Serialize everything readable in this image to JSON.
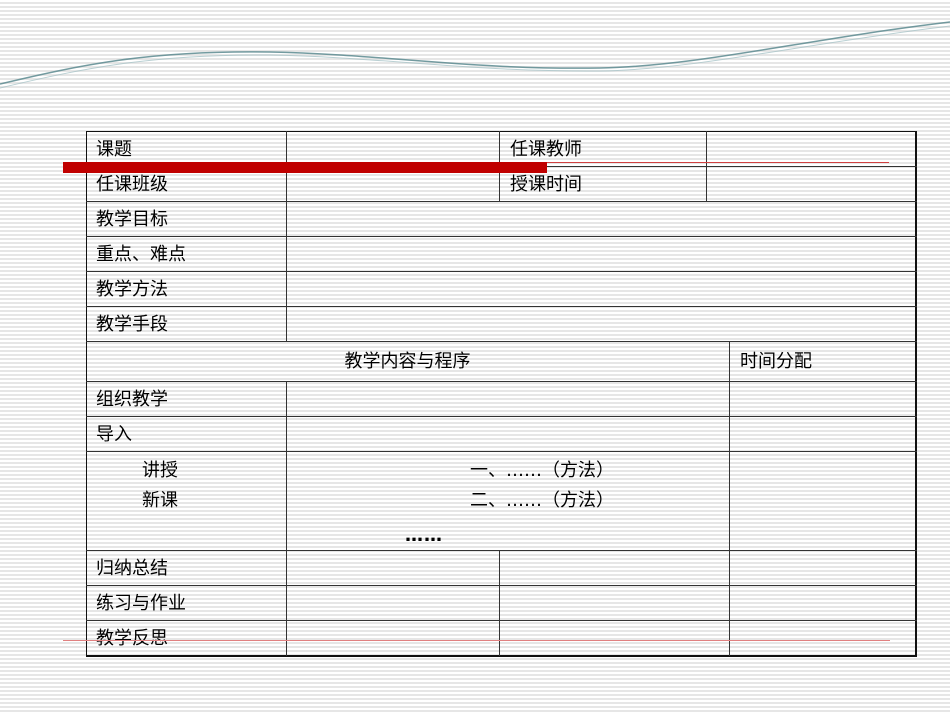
{
  "form": {
    "title_label": "课题",
    "teacher_label": "任课教师",
    "class_label": "任课班级",
    "time_label": "授课时间",
    "objectives_label": "教学目标",
    "key_points_label": "重点、难点",
    "methods_label": "教学方法",
    "means_label": "教学手段",
    "content_header": "教学内容与程序",
    "time_allocation_header": "时间分配",
    "organize_label": "组织教学",
    "intro_label": "导入",
    "new_lesson_label_1": "讲授",
    "new_lesson_label_2": "新课",
    "step_1": "一、……（方法）",
    "step_2": "二、……（方法）",
    "ellipsis": "……",
    "summary_label": "归纳总结",
    "homework_label": "练习与作业",
    "reflection_label": "教学反思"
  },
  "colors": {
    "accent_red": "#c00000",
    "wave_teal": "#5b8a8f"
  }
}
